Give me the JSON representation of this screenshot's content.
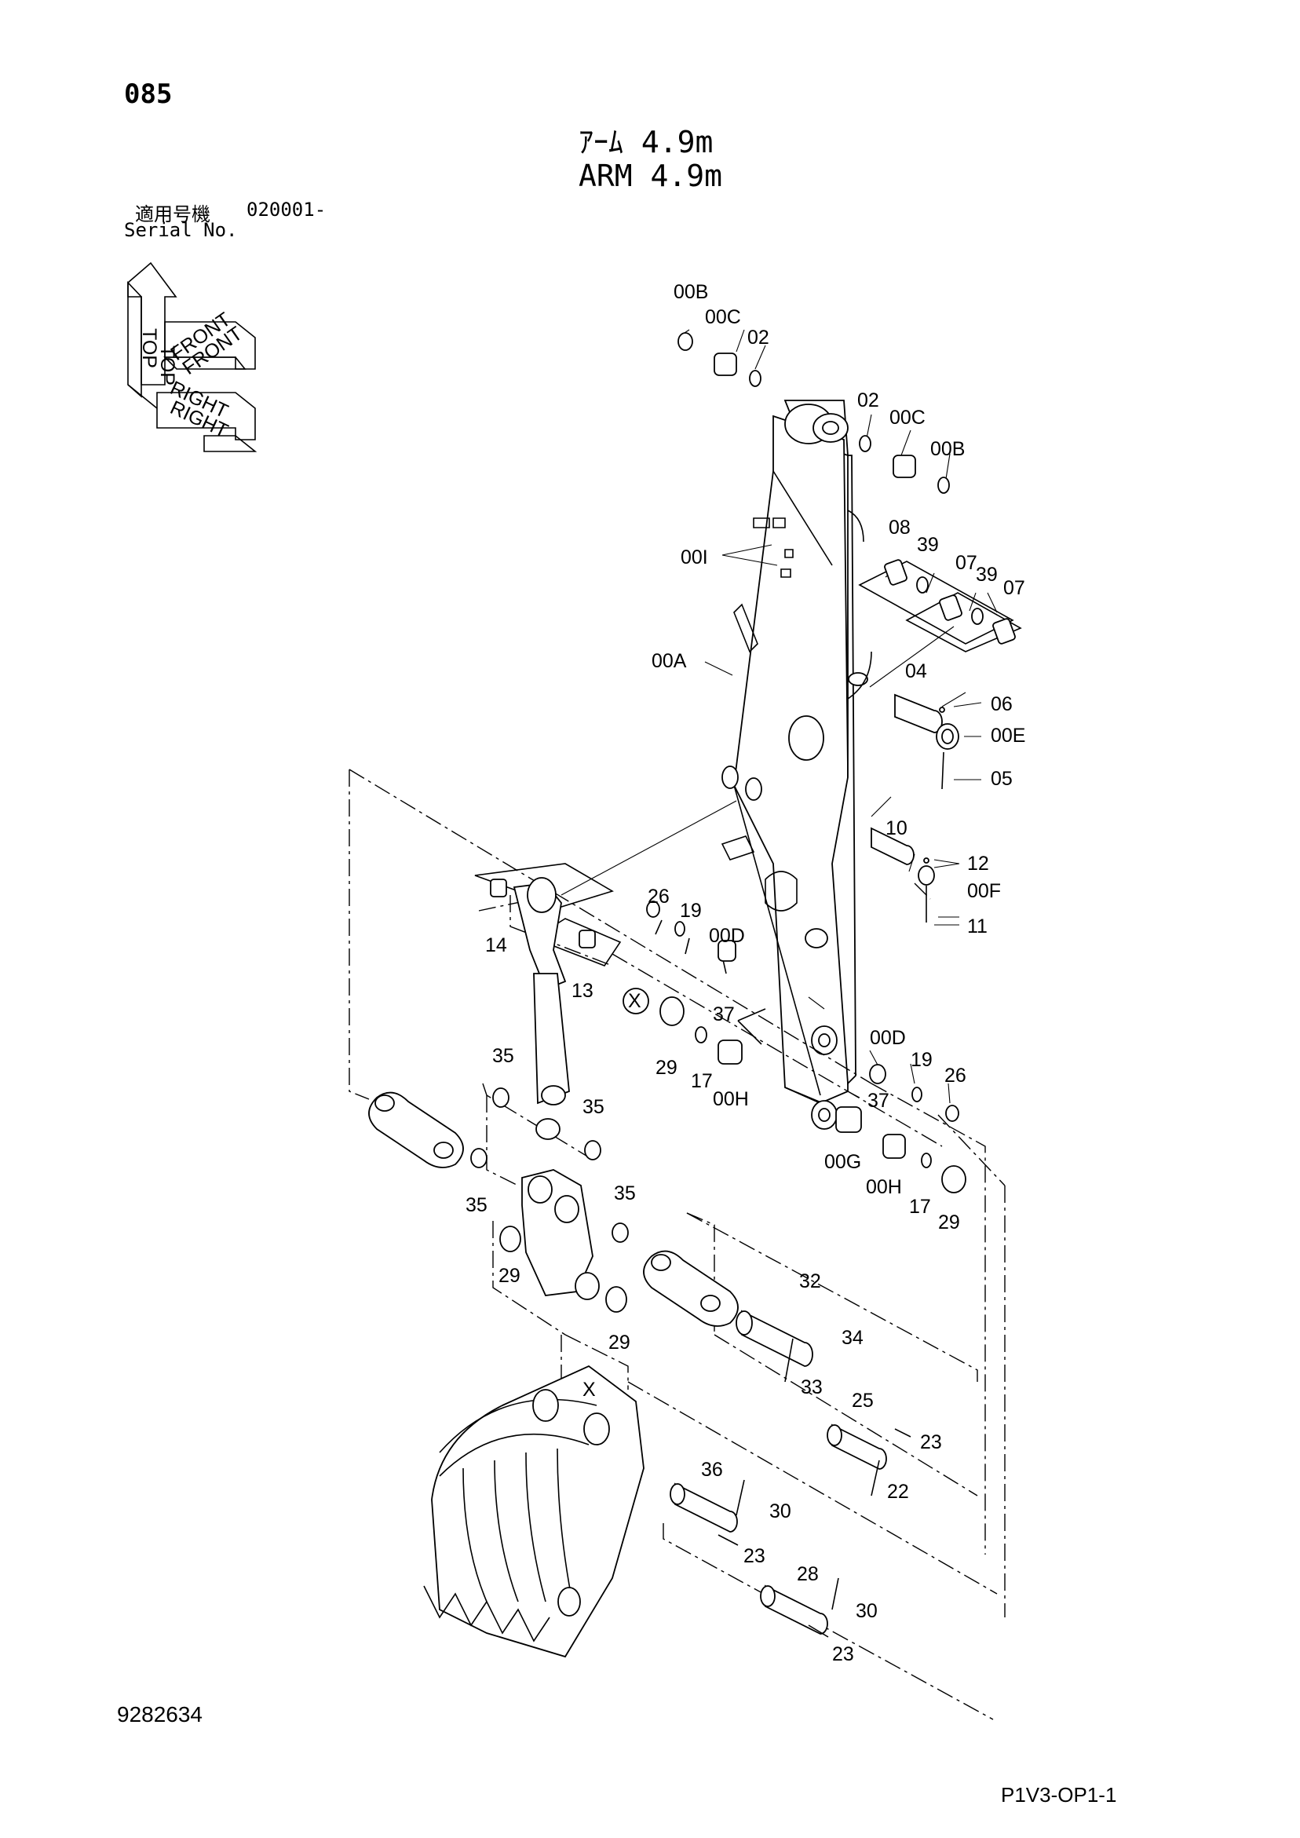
{
  "header": {
    "page_number": "085",
    "title_jp": "ｱｰﾑ 4.9m",
    "title_en": "ARM 4.9m",
    "serial_label_jp": "適用号機",
    "serial_value": "020001-",
    "serial_label_en": "Serial No."
  },
  "orientation": {
    "top": "TOP",
    "front": "FRONT",
    "right": "RIGHT"
  },
  "callouts": {
    "c_00b_a": "00B",
    "c_00c_a": "00C",
    "c_02_a": "02",
    "c_02_b": "02",
    "c_00c_b": "00C",
    "c_00b_b": "00B",
    "c_00i": "00I",
    "c_00a": "00A",
    "c_08": "08",
    "c_39_a": "39",
    "c_07_a": "07",
    "c_39_b": "39",
    "c_07_b": "07",
    "c_04": "04",
    "c_06": "06",
    "c_00e": "00E",
    "c_05": "05",
    "c_10": "10",
    "c_12": "12",
    "c_00f": "00F",
    "c_11": "11",
    "c_14": "14",
    "c_13": "13",
    "c_26_a": "26",
    "c_19_a": "19",
    "c_00d_a": "00D",
    "c_x_a": "X",
    "c_37_a": "37",
    "c_29_a": "29",
    "c_17_a": "17",
    "c_00h_a": "00H",
    "c_00d_b": "00D",
    "c_19_b": "19",
    "c_26_b": "26",
    "c_37_b": "37",
    "c_00g": "00G",
    "c_00h_b": "00H",
    "c_17_b": "17",
    "c_29_b": "29",
    "c_35_a": "35",
    "c_35_b": "35",
    "c_35_c": "35",
    "c_35_d": "35",
    "c_29_c": "29",
    "c_29_d": "29",
    "c_32": "32",
    "c_34": "34",
    "c_33": "33",
    "c_x_b": "X",
    "c_25": "25",
    "c_23_a": "23",
    "c_22": "22",
    "c_36": "36",
    "c_30_a": "30",
    "c_23_b": "23",
    "c_28": "28",
    "c_30_b": "30",
    "c_23_c": "23"
  },
  "footer": {
    "drawing_number": "9282634",
    "page_code": "P1V3-OP1-1"
  }
}
